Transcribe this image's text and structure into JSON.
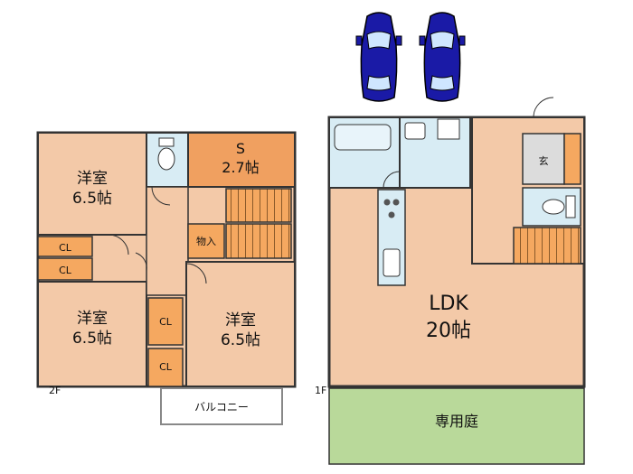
{
  "floor_2": {
    "floor_label": "2F",
    "rooms": {
      "western_top_left": {
        "name": "洋室",
        "size": "6.5帖"
      },
      "western_bottom_left": {
        "name": "洋室",
        "size": "6.5帖"
      },
      "western_bottom_right": {
        "name": "洋室",
        "size": "6.5帖"
      },
      "storage_s": {
        "name": "S",
        "size": "2.7帖"
      },
      "storeroom": {
        "name": "物入"
      },
      "balcony": {
        "name": "バルコニー"
      }
    },
    "closets": [
      "CL",
      "CL",
      "CL",
      "CL"
    ]
  },
  "floor_1": {
    "floor_label": "1F",
    "rooms": {
      "ldk": {
        "name": "LDK",
        "size": "20帖"
      },
      "entrance": {
        "name": "玄"
      },
      "garden": {
        "name": "専用庭"
      }
    }
  },
  "parking": {
    "car_count": 2,
    "car_color": "#1a1aa6"
  },
  "colors": {
    "room_fill": "#f3c9a8",
    "service_fill": "#d8ecf4",
    "stair_fill": "#f5a860",
    "s_room_fill": "#f0a060",
    "garden_fill": "#b9d99a",
    "wall": "#333333"
  }
}
